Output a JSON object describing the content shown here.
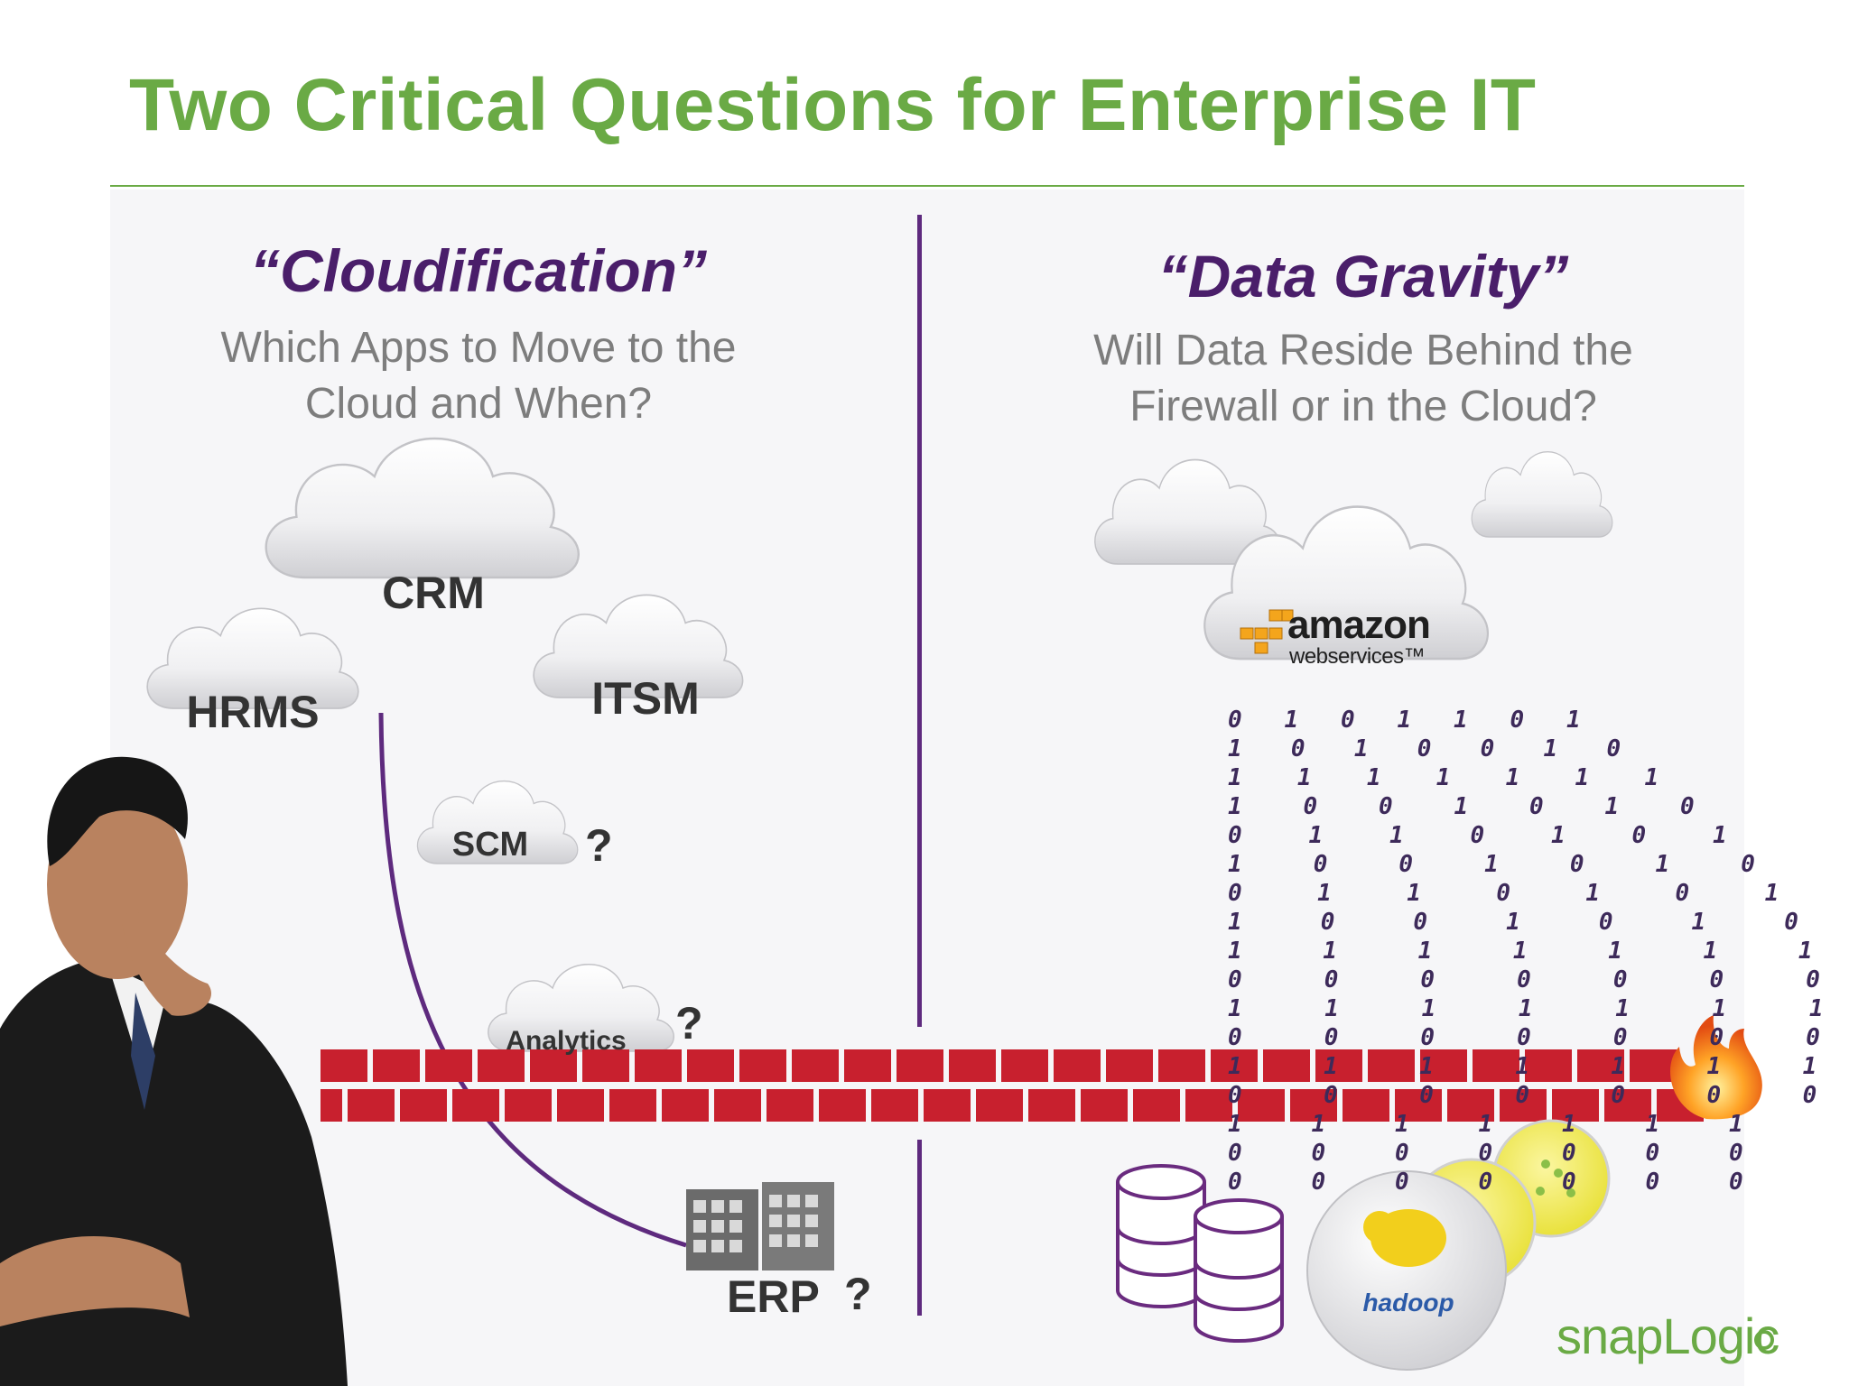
{
  "slide": {
    "title": "Two Critical Questions for Enterprise IT",
    "colors": {
      "title": "#6aaa45",
      "heading": "#4a1e6a",
      "divider": "#5e2a7e",
      "firewall": "#c8202e",
      "subtitle": "#7d7d7d"
    }
  },
  "left": {
    "heading": "“Cloudification”",
    "subtitle": "Which Apps to Move to the Cloud and When?",
    "clouds": {
      "crm": "CRM",
      "hrms": "HRMS",
      "itsm": "ITSM",
      "scm": "SCM",
      "analytics": "Analytics"
    },
    "erp_label": "ERP",
    "question_mark": "?"
  },
  "right": {
    "heading": "“Data Gravity”",
    "subtitle": "Will Data Reside Behind the Firewall or in the Cloud?",
    "aws_logo": {
      "brand": "amazon",
      "tagline": "webservices™"
    },
    "hadoop_label": "hadoop",
    "binary_rows": [
      "0 1 0 1 1 0 1",
      "1 0 1 0 0 1 0",
      "1 1 1 1 1 1 1",
      "1 0 0 1 0 1 0",
      "0 1 1 0 1 0 1",
      "1 0 0 1 0 1 0",
      "0 1 1 0 1 0 1",
      "1 0 0 1 0 1 0",
      "1 1 1 1 1 1 1",
      "0 0 0 0 0 0 0",
      "1 1 1 1 1 1 1",
      "0 0 0 0 0 0 0",
      "1 1 1 1 1 1 1",
      "0 0 0 0 0 0 0",
      "1 1 1 1 1 1 1",
      "0 0 0 0 0 0 0",
      "0 0 0 0 0 0 0"
    ]
  },
  "brand": {
    "logo": "snapLogic"
  }
}
